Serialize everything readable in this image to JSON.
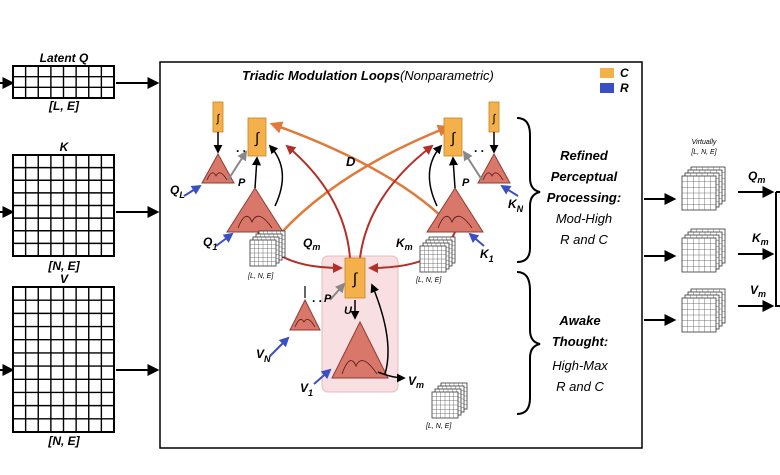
{
  "colors": {
    "integrator": "#f4b04a",
    "integrator_stroke": "#c98520",
    "neuron": "#d9776a",
    "neuron_stroke": "#8e3b32",
    "red_arrow": "#b3302a",
    "orange_arrow": "#e07a3a",
    "blue_arrow": "#3a4fc4",
    "panel_pink": "#f8dfe2",
    "legend_C": "#f4b04a",
    "legend_R": "#3a4fc4"
  },
  "inputs": {
    "q_title": "Latent Q",
    "q_dims": "[L, E]",
    "k_title": "K",
    "k_dims": "[N, E]",
    "v_title": "V",
    "v_dims": "[N, E]"
  },
  "main": {
    "title_bold": "Triadic Modulation Loops",
    "title_italic": "(Nonparametric)",
    "legend": [
      {
        "label": "C",
        "color": "#f4b04a"
      },
      {
        "label": "R",
        "color": "#3a4fc4"
      }
    ],
    "D_label": "D",
    "P_label": "P",
    "U_label": "U",
    "ellipsis": ". .",
    "Q_L": {
      "main": "Q",
      "sub": "L"
    },
    "Q_1": {
      "main": "Q",
      "sub": "1"
    },
    "K_N": {
      "main": "K",
      "sub": "N"
    },
    "K_1": {
      "main": "K",
      "sub": "1"
    },
    "V_N": {
      "main": "V",
      "sub": "N"
    },
    "V_1": {
      "main": "V",
      "sub": "1"
    },
    "Q_m": {
      "main": "Q",
      "sub": "m"
    },
    "K_m": {
      "main": "K",
      "sub": "m"
    },
    "V_m": {
      "main": "V",
      "sub": "m"
    },
    "cube_label": "[L, N, E]",
    "integral": "∫"
  },
  "states": [
    {
      "title": "Refined Perceptual Processing:",
      "title_lines": [
        "Refined",
        "Perceptual",
        "Processing:"
      ],
      "desc_lines": [
        "Mod-High",
        "R and C"
      ]
    },
    {
      "title": "Awake Thought:",
      "title_lines": [
        "Awake",
        "Thought:"
      ],
      "desc_lines": [
        "High-Max",
        "R and C"
      ]
    }
  ],
  "outputs": {
    "virtually": "Virtually",
    "virtually_dims": "[L, N, E]",
    "Q_m": {
      "main": "Q",
      "sub": "m"
    },
    "K_m": {
      "main": "K",
      "sub": "m"
    },
    "V_m": {
      "main": "V",
      "sub": "m"
    }
  }
}
